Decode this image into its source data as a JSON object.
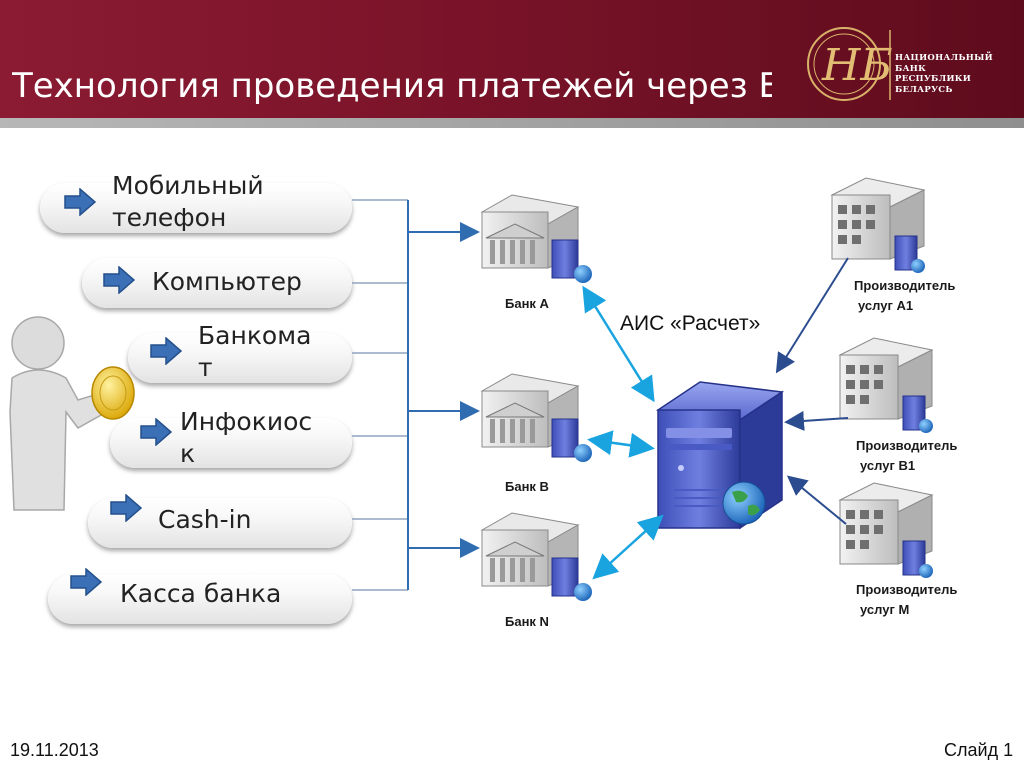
{
  "slide": {
    "title": "Технология проведения платежей через ЕРИП",
    "date": "19.11.2013",
    "slide_number": "Слайд 1"
  },
  "logo": {
    "lines": [
      "НАЦИОНАЛЬНЫЙ",
      "БАНК",
      "РЕСПУБЛИКИ",
      "БЕЛАРУСЬ"
    ]
  },
  "channels": [
    {
      "label_lines": [
        "Мобильный",
        "телефон"
      ]
    },
    {
      "label_lines": [
        "Компьютер"
      ]
    },
    {
      "label_lines": [
        "Банкома",
        "т"
      ]
    },
    {
      "label_lines": [
        "Инфокиос",
        "к"
      ]
    },
    {
      "label_lines": [
        "Cash-in"
      ]
    },
    {
      "label_lines": [
        "Касса банка"
      ]
    }
  ],
  "banks": [
    {
      "label": "Банк А"
    },
    {
      "label": "Банк В"
    },
    {
      "label": "Банк N"
    }
  ],
  "system": {
    "label": "АИС «Расчет»"
  },
  "providers": [
    {
      "line1": "Производитель",
      "line2": "услуг А1"
    },
    {
      "line1": "Производитель",
      "line2": "услуг  В1"
    },
    {
      "line1": "Производитель",
      "line2": "услуг М"
    }
  ],
  "colors": {
    "header": "#7a1329",
    "connector_gray": "#8fa3bf",
    "connector_blue": "#2f6db0",
    "arrow_cyan": "#19a4e0",
    "arrow_navy": "#2b4d8f",
    "pill_arrow": "#3b6fb6"
  }
}
